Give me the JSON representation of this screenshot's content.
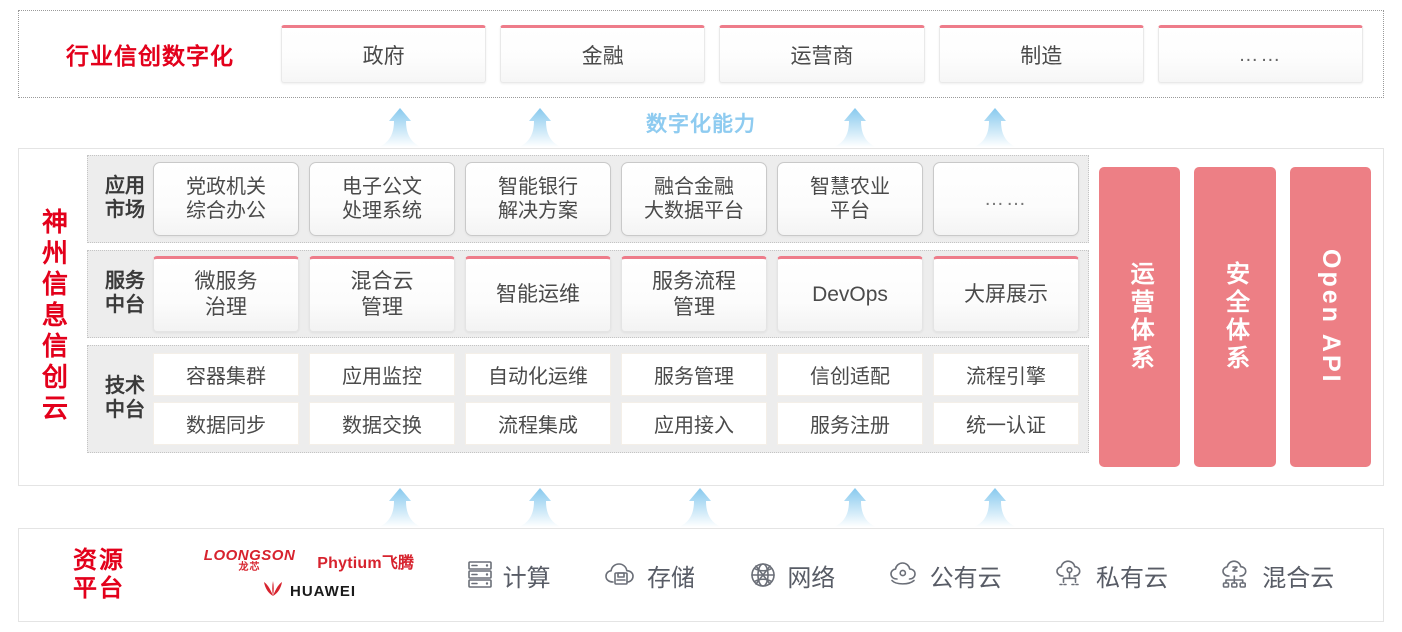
{
  "industry": {
    "title": "行业信创数字化",
    "boxes": [
      {
        "label": "政府"
      },
      {
        "label": "金融"
      },
      {
        "label": "运营商"
      },
      {
        "label": "制造"
      },
      {
        "label": "……"
      }
    ]
  },
  "capability_label": "数字化能力",
  "cloud": {
    "title": "神州信息信创云",
    "bands": [
      {
        "label": "应用\n市场",
        "label_line1": "应用",
        "label_line2": "市场",
        "cells": [
          "党政机关\n综合办公",
          "电子公文\n处理系统",
          "智能银行\n解决方案",
          "融合金融\n大数据平台",
          "智慧农业\n平台",
          "……"
        ]
      },
      {
        "label_line1": "服务",
        "label_line2": "中台",
        "cells": [
          "微服务\n治理",
          "混合云\n管理",
          "智能运维",
          "服务流程\n管理",
          "DevOps",
          "大屏展示"
        ]
      },
      {
        "label_line1": "技术",
        "label_line2": "中台",
        "row1": [
          "容器集群",
          "应用监控",
          "自动化运维",
          "服务管理",
          "信创适配",
          "流程引擎"
        ],
        "row2": [
          "数据同步",
          "数据交换",
          "流程集成",
          "应用接入",
          "服务注册",
          "统一认证"
        ]
      }
    ],
    "app_cells": [
      {
        "line1": "党政机关",
        "line2": "综合办公"
      },
      {
        "line1": "电子公文",
        "line2": "处理系统"
      },
      {
        "line1": "智能银行",
        "line2": "解决方案"
      },
      {
        "line1": "融合金融",
        "line2": "大数据平台"
      },
      {
        "line1": "智慧农业",
        "line2": "平台"
      },
      {
        "line1": "……",
        "line2": ""
      }
    ],
    "svc_cells": [
      {
        "line1": "微服务",
        "line2": "治理"
      },
      {
        "line1": "混合云",
        "line2": "管理"
      },
      {
        "line1": "智能运维",
        "line2": ""
      },
      {
        "line1": "服务流程",
        "line2": "管理"
      },
      {
        "line1": "DevOps",
        "line2": ""
      },
      {
        "line1": "大屏展示",
        "line2": ""
      }
    ],
    "tech_row1": [
      "容器集群",
      "应用监控",
      "自动化运维",
      "服务管理",
      "信创适配",
      "流程引擎"
    ],
    "tech_row2": [
      "数据同步",
      "数据交换",
      "流程集成",
      "应用接入",
      "服务注册",
      "统一认证"
    ],
    "pillars": [
      {
        "label": "运营体系",
        "latin": false
      },
      {
        "label": "安全体系",
        "latin": false
      },
      {
        "label": "Open API",
        "latin": true
      }
    ]
  },
  "resource": {
    "title_line1": "资源",
    "title_line2": "平台",
    "vendors": [
      {
        "name": "LOONGSON",
        "cn": "龙芯"
      },
      {
        "name": "Phytium飞腾"
      },
      {
        "name": "HUAWEI"
      }
    ],
    "items": [
      {
        "icon": "server-rack-icon",
        "label": "计算"
      },
      {
        "icon": "cloud-storage-icon",
        "label": "存储"
      },
      {
        "icon": "network-icon",
        "label": "网络"
      },
      {
        "icon": "public-cloud-icon",
        "label": "公有云"
      },
      {
        "icon": "private-cloud-icon",
        "label": "私有云"
      },
      {
        "icon": "hybrid-cloud-icon",
        "label": "混合云"
      }
    ]
  },
  "colors": {
    "brand_red": "#E3001B",
    "pink": "#ED7F85",
    "arrow_blue": "#8ECBF0",
    "band_gray": "#EDEDED"
  },
  "arrows": {
    "upper_x": [
      400,
      540,
      855,
      995
    ],
    "lower_x": [
      400,
      540,
      700,
      855,
      995
    ]
  }
}
